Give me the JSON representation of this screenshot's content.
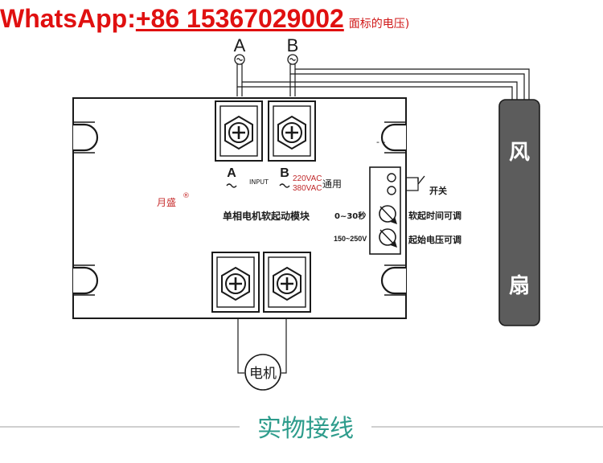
{
  "header": {
    "whatsapp_label": "WhatsApp:",
    "whatsapp_number": "+86 15367029002",
    "note": "面标的电压)"
  },
  "top_terminals": {
    "a": "A",
    "b": "B",
    "ac_symbol": "~"
  },
  "module": {
    "input_a": "A",
    "input_b": "B",
    "input_label": "INPUT",
    "voltage_220": "220VAC",
    "voltage_380": "380VAC",
    "universal": "通用",
    "brand": "月盛",
    "registered": "®",
    "title": "单相电机软起动模块",
    "time_range": "0~30秒",
    "voltage_range": "150~250V",
    "switch_label": "开关",
    "soft_start_time": "软起时间可调",
    "start_voltage": "起始电压可调",
    "dash": "- -"
  },
  "fan": {
    "char1": "风",
    "char2": "扇"
  },
  "motor": {
    "label": "电机"
  },
  "footer": {
    "caption": "实物接线"
  },
  "colors": {
    "header_red": "#e01010",
    "voltage_red": "#c0282a",
    "brand_red": "#c83030",
    "fan_body": "#5c5c5c",
    "caption_green": "#2e9c8c",
    "line": "#1a1a1a"
  }
}
